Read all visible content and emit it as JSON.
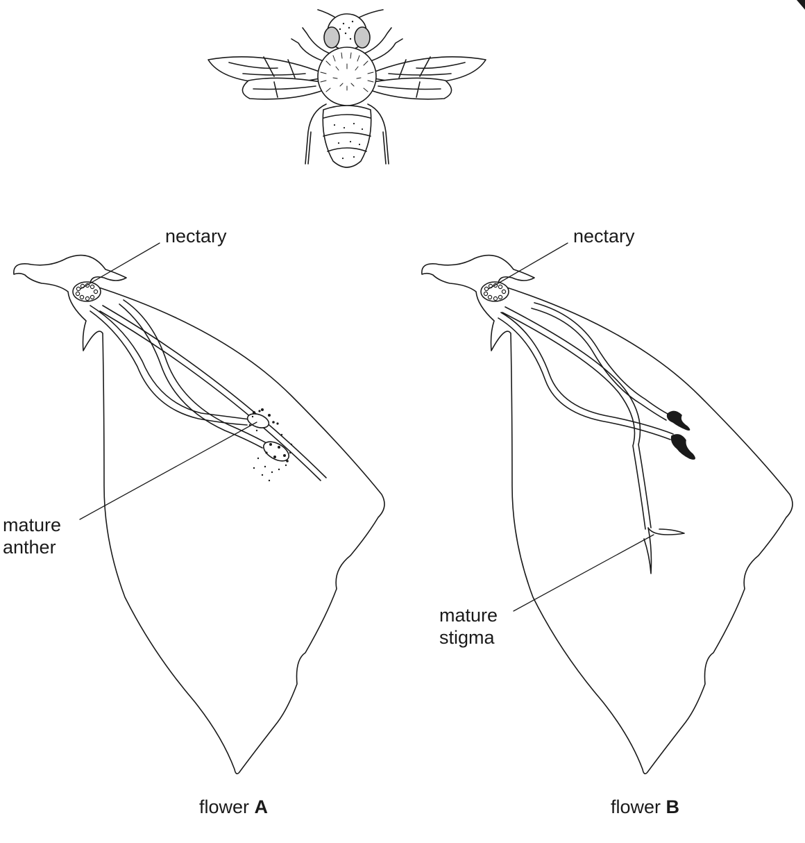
{
  "flower_a": {
    "label_nectary": "nectary",
    "label_anther_line1": "mature",
    "label_anther_line2": "anther",
    "caption_prefix": "flower",
    "caption_letter": "A"
  },
  "flower_b": {
    "label_nectary": "nectary",
    "label_stigma_line1": "mature",
    "label_stigma_line2": "stigma",
    "caption_prefix": "flower",
    "caption_letter": "B"
  }
}
